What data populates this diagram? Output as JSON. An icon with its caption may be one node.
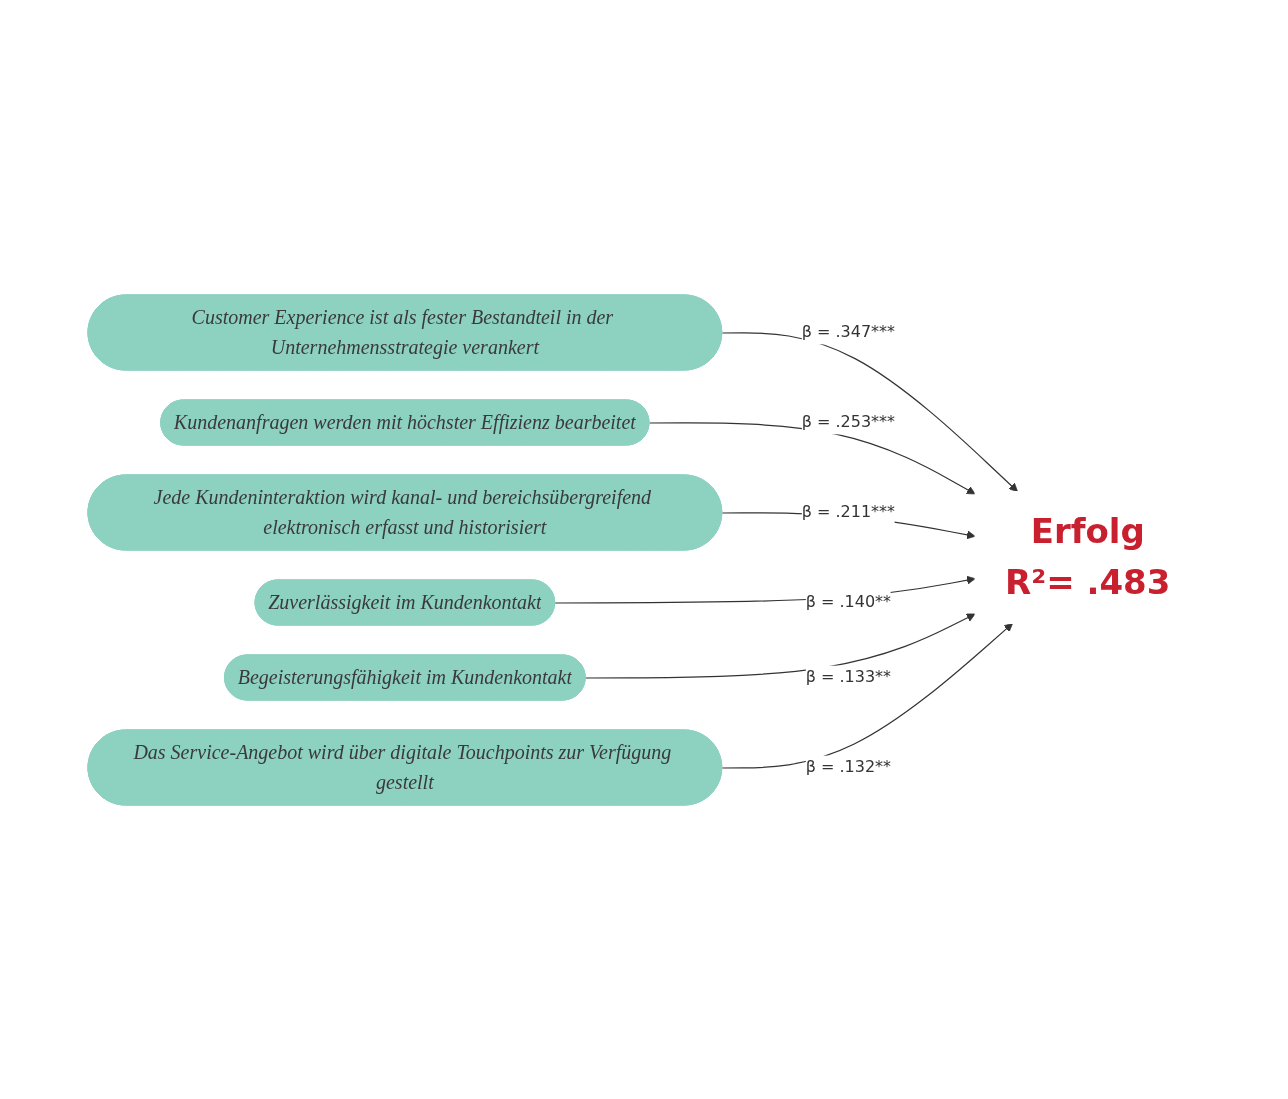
{
  "diagram": {
    "nodes": [
      {
        "text": [
          "Customer Experience ist als fester Bestandteil in der Unternehmensstrategie verankert"
        ]
      },
      {
        "text": [
          "Kundenanfragen werden mit höchster Effizienz bearbeitet"
        ]
      },
      {
        "text": [
          "Jede Kundeninteraktion wird kanal- und bereichsübergreifend elektronisch erfasst und historisiert"
        ]
      },
      {
        "text": [
          "Zuverlässigkeit im Kundenkontakt"
        ]
      },
      {
        "text": [
          "Begeisterungsfähigkeit im Kundenkontakt"
        ]
      },
      {
        "text": [
          "Das Service-Angebot wird über digitale Touchpoints zur Verfügung gestellt"
        ]
      },
      {
        "text": [
          "Erfolg",
          "R²= .483"
        ]
      }
    ],
    "edges": [
      {
        "from": 0,
        "to": 6,
        "arrow": "to",
        "label": "β = .347***"
      },
      {
        "from": 1,
        "to": 6,
        "arrow": "to",
        "label": "β = .253***"
      },
      {
        "from": 2,
        "to": 6,
        "arrow": "to",
        "label": "β = .211***"
      },
      {
        "from": 3,
        "to": 6,
        "arrow": "to",
        "label": "β = .140**"
      },
      {
        "from": 4,
        "to": 6,
        "arrow": "to",
        "label": "β = .133**"
      },
      {
        "from": 5,
        "to": 6,
        "arrow": "to",
        "label": "β = .132**"
      }
    ]
  }
}
